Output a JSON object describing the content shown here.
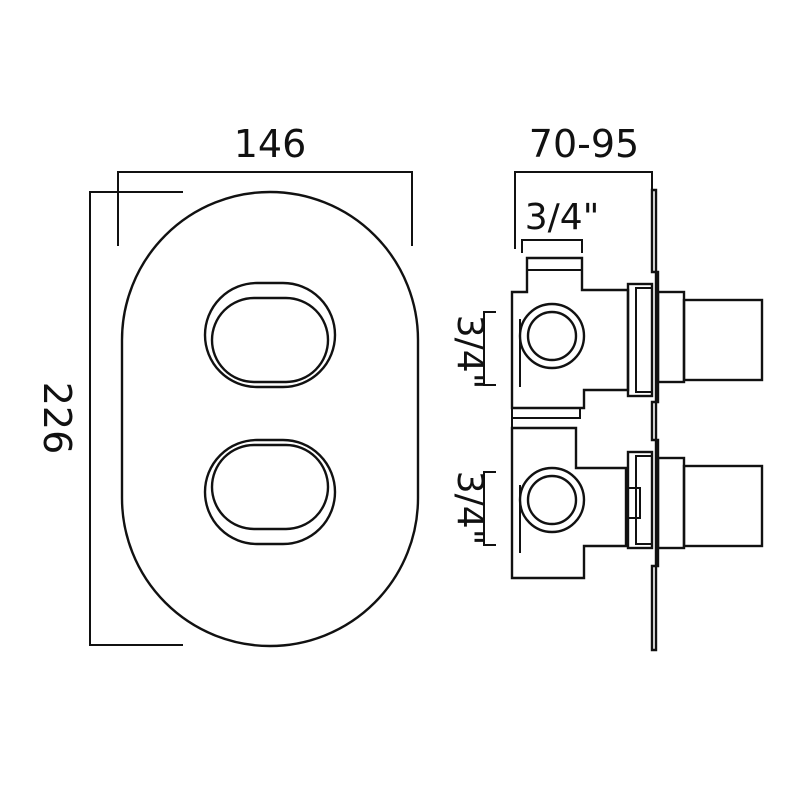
{
  "dimensions": {
    "width": "146",
    "height": "226",
    "depth": "70-95",
    "outlet_top": "3/4\"",
    "inlet_upper": "3/4\"",
    "inlet_lower": "3/4\""
  },
  "colors": {
    "line": "#111111",
    "background": "#ffffff"
  }
}
